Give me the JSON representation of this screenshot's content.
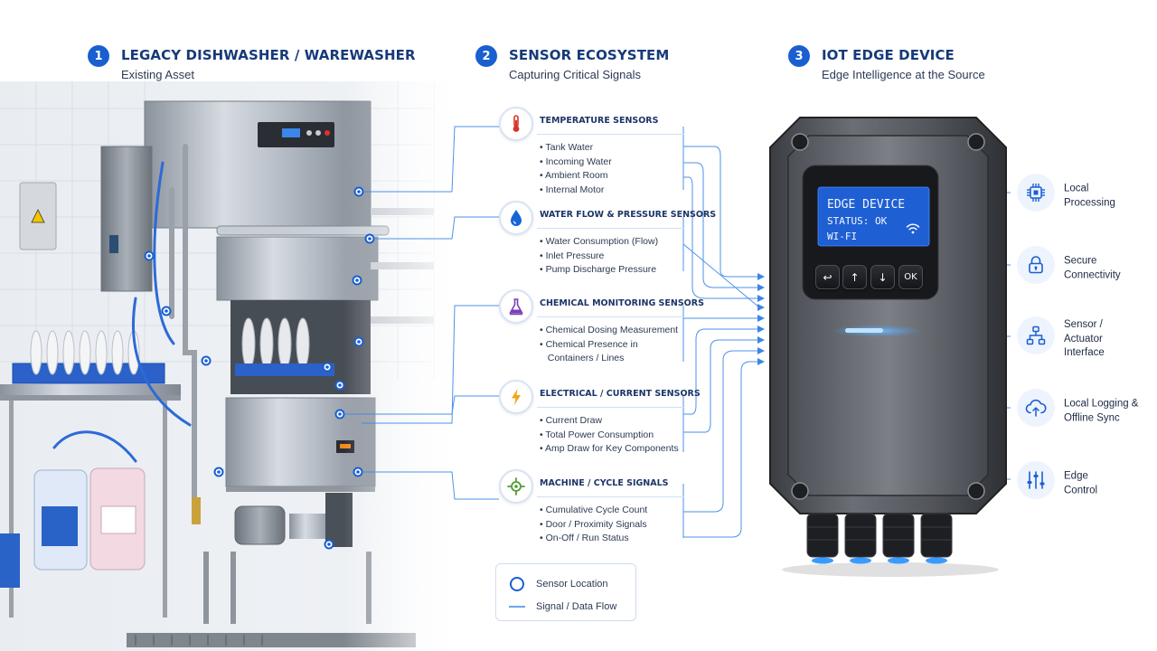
{
  "sections": [
    {
      "number": "1",
      "title": "LEGACY DISHWASHER / WAREWASHER",
      "subtitle": "Existing Asset"
    },
    {
      "number": "2",
      "title": "SENSOR ECOSYSTEM",
      "subtitle": "Capturing Critical Signals"
    },
    {
      "number": "3",
      "title": "IOT EDGE DEVICE",
      "subtitle": "Edge Intelligence at the Source"
    }
  ],
  "sensor_groups": [
    {
      "title": "TEMPERATURE SENSORS",
      "icon": "thermometer-icon",
      "color": "#d8352a",
      "items": [
        "• Tank Water",
        "• Incoming Water",
        "• Ambient Room",
        "• Internal Motor"
      ]
    },
    {
      "title": "WATER FLOW & PRESSURE SENSORS",
      "icon": "water-drop-icon",
      "color": "#1565d8",
      "items": [
        "• Water Consumption (Flow)",
        "• Inlet Pressure",
        "• Pump Discharge Pressure"
      ]
    },
    {
      "title": "CHEMICAL MONITORING SENSORS",
      "icon": "flask-icon",
      "color": "#7a3fb8",
      "items": [
        "• Chemical Dosing Measurement",
        "• Chemical Presence in",
        "   Containers / Lines"
      ]
    },
    {
      "title": "ELECTRICAL / CURRENT SENSORS",
      "icon": "lightning-icon",
      "color": "#f2a516",
      "items": [
        "• Current Draw",
        "• Total Power Consumption",
        "• Amp Draw for Key Components"
      ]
    },
    {
      "title": "MACHINE / CYCLE SIGNALS",
      "icon": "cycle-signal-icon",
      "color": "#4f9a2f",
      "items": [
        "• Cumulative Cycle Count",
        "• Door / Proximity Signals",
        "• On-Off / Run Status"
      ]
    }
  ],
  "legend": {
    "sensor_location": "Sensor Location",
    "data_flow": "Signal / Data Flow"
  },
  "device": {
    "screen_title": "EDGE DEVICE",
    "status": "STATUS: OK",
    "network": "WI-FI",
    "buttons": [
      "↩",
      "↑",
      "↓",
      "OK"
    ]
  },
  "capabilities": [
    {
      "label": "Local\nProcessing",
      "icon": "processor-chip-icon"
    },
    {
      "label": "Secure\nConnectivity",
      "icon": "lock-icon"
    },
    {
      "label": "Sensor /\nActuator\nInterface",
      "icon": "network-nodes-icon"
    },
    {
      "label": "Local Logging &\nOffline Sync",
      "icon": "cloud-sync-icon"
    },
    {
      "label": "Edge\nControl",
      "icon": "sliders-icon"
    }
  ],
  "colors": {
    "accent": "#1a5fd0",
    "title": "#163a7a",
    "flow_line": "#3b86e8",
    "device_glow": "#3a9bff"
  }
}
